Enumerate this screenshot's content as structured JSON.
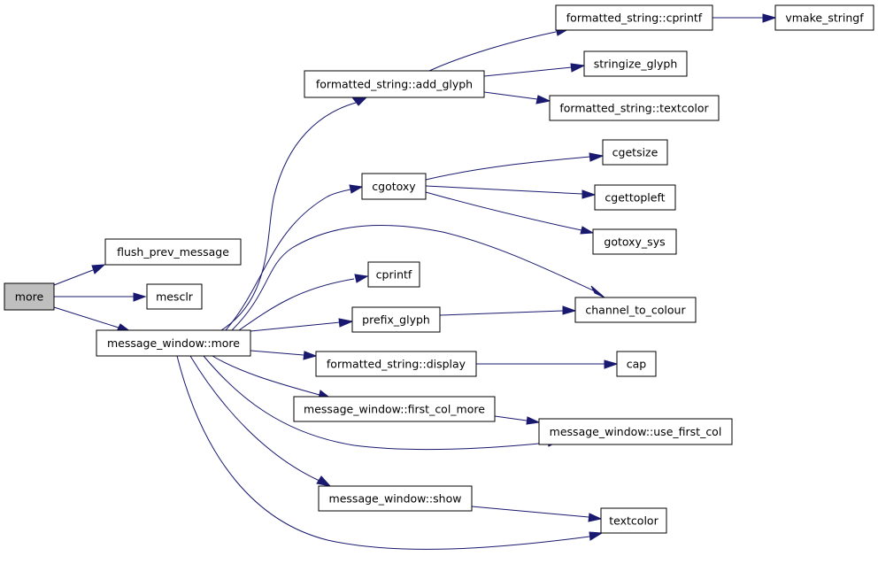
{
  "colors": {
    "edge": "#191970",
    "node_border": "#000000",
    "root_fill": "#bfbfbf",
    "node_fill": "#ffffff"
  },
  "nodes": {
    "more": "more",
    "flush_prev_message": "flush_prev_message",
    "mesclr": "mesclr",
    "message_window_more": "message_window::more",
    "formatted_string_add_glyph": "formatted_string::add_glyph",
    "formatted_string_cprintf": "formatted_string::cprintf",
    "vmake_stringf": "vmake_stringf",
    "stringize_glyph": "stringize_glyph",
    "formatted_string_textcolor": "formatted_string::textcolor",
    "cgotoxy": "cgotoxy",
    "cgetsize": "cgetsize",
    "cgettopleft": "cgettopleft",
    "gotoxy_sys": "gotoxy_sys",
    "cprintf": "cprintf",
    "channel_to_colour": "channel_to_colour",
    "prefix_glyph": "prefix_glyph",
    "formatted_string_display": "formatted_string::display",
    "cap": "cap",
    "message_window_first_col_more": "message_window::first_col_more",
    "message_window_use_first_col": "message_window::use_first_col",
    "message_window_show": "message_window::show",
    "textcolor": "textcolor"
  },
  "edges": [
    [
      "more",
      "flush_prev_message"
    ],
    [
      "more",
      "mesclr"
    ],
    [
      "more",
      "message_window_more"
    ],
    [
      "message_window_more",
      "formatted_string_add_glyph"
    ],
    [
      "message_window_more",
      "cgotoxy"
    ],
    [
      "message_window_more",
      "channel_to_colour"
    ],
    [
      "message_window_more",
      "cprintf"
    ],
    [
      "message_window_more",
      "prefix_glyph"
    ],
    [
      "message_window_more",
      "formatted_string_display"
    ],
    [
      "message_window_more",
      "message_window_first_col_more"
    ],
    [
      "message_window_more",
      "message_window_use_first_col"
    ],
    [
      "message_window_more",
      "message_window_show"
    ],
    [
      "message_window_more",
      "textcolor"
    ],
    [
      "formatted_string_add_glyph",
      "formatted_string_cprintf"
    ],
    [
      "formatted_string_add_glyph",
      "stringize_glyph"
    ],
    [
      "formatted_string_add_glyph",
      "formatted_string_textcolor"
    ],
    [
      "formatted_string_cprintf",
      "vmake_stringf"
    ],
    [
      "cgotoxy",
      "cgetsize"
    ],
    [
      "cgotoxy",
      "cgettopleft"
    ],
    [
      "cgotoxy",
      "gotoxy_sys"
    ],
    [
      "prefix_glyph",
      "channel_to_colour"
    ],
    [
      "formatted_string_display",
      "cap"
    ],
    [
      "message_window_first_col_more",
      "message_window_use_first_col"
    ],
    [
      "message_window_show",
      "textcolor"
    ]
  ]
}
